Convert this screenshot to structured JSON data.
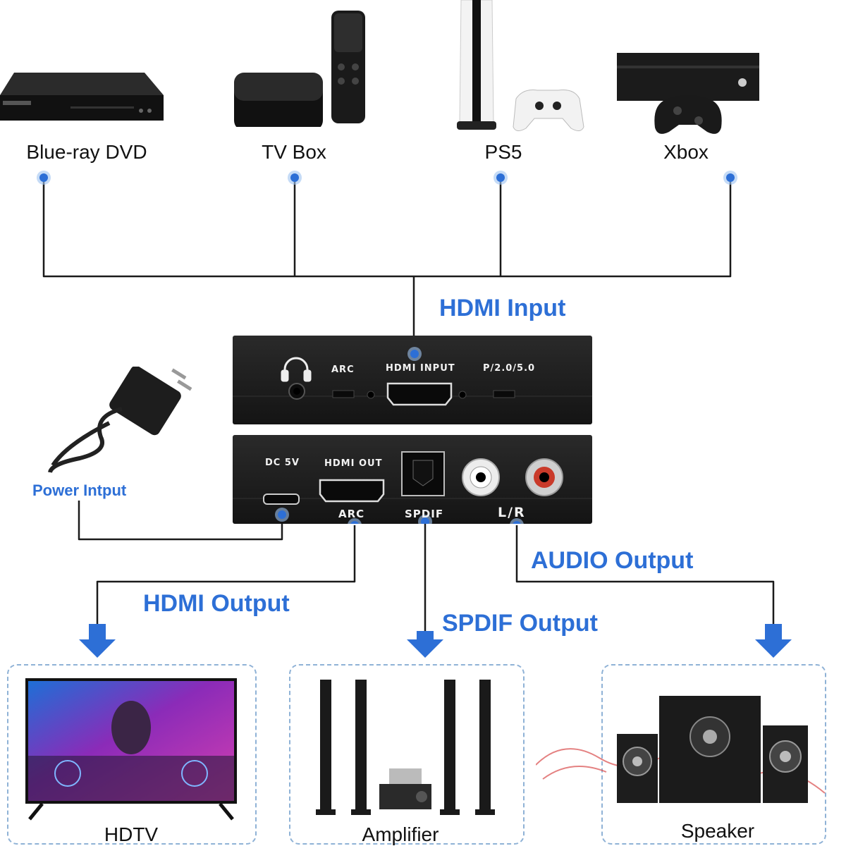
{
  "sources": [
    {
      "label": "Blue-ray DVD",
      "icon": "dvd-player-icon"
    },
    {
      "label": "TV Box",
      "icon": "tv-box-icon"
    },
    {
      "label": "PS5",
      "icon": "console-ps5-icon"
    },
    {
      "label": "Xbox",
      "icon": "console-xbox-icon"
    }
  ],
  "labels": {
    "hdmi_input": "HDMI Input",
    "power_input": "Power Intput",
    "audio_output": "AUDIO Output",
    "hdmi_output": "HDMI Output",
    "spdif_output": "SPDIF Output"
  },
  "device_front": {
    "arc": "ARC",
    "hdmi_input": "HDMI INPUT",
    "mode": "P/2.0/5.0"
  },
  "device_back": {
    "dc": "DC 5V",
    "hdmi_out": "HDMI OUT",
    "arc": "ARC",
    "spdif": "SPDIF",
    "lr": "L/R"
  },
  "outputs": [
    {
      "label": "HDTV",
      "icon": "tv-icon"
    },
    {
      "label": "Amplifier",
      "icon": "amplifier-icon"
    },
    {
      "label": "Speaker",
      "icon": "speaker-icon"
    }
  ],
  "colors": {
    "accent": "#2d6fd6",
    "device": "#1c1c1c",
    "wire": "#1a1a1a"
  }
}
